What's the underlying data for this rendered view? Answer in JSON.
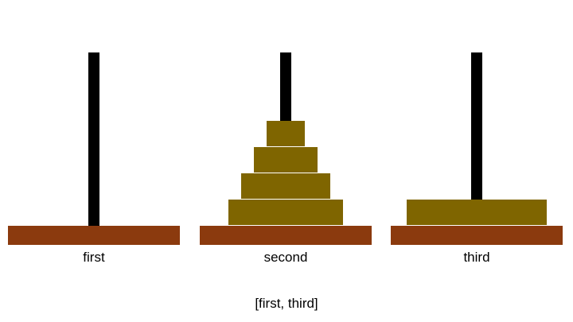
{
  "game": {
    "colors": {
      "peg": "#000000",
      "base": "#8b3a0e",
      "disk": "#7f6500"
    },
    "towers": [
      {
        "label": "first",
        "disks": []
      },
      {
        "label": "second",
        "disks": [
          4,
          3,
          2,
          1
        ]
      },
      {
        "label": "third",
        "disks": [
          5
        ]
      }
    ],
    "move_caption": "[first, third]"
  }
}
